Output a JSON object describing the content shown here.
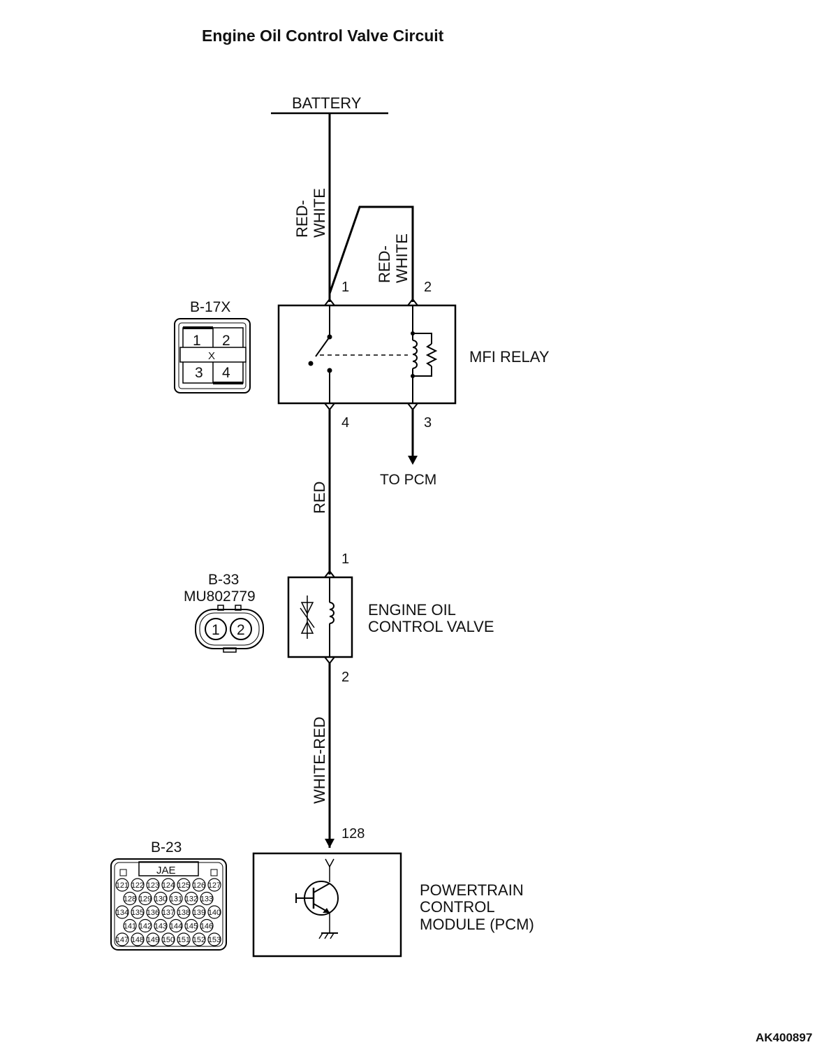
{
  "title": "Engine Oil Control Valve Circuit",
  "battery": "BATTERY",
  "wires": {
    "battery_to_relay_1": "RED-\nWHITE",
    "battery_to_relay_2": "RED-\nWHITE",
    "relay_to_valve": "RED",
    "valve_to_pcm": "WHITE-RED"
  },
  "relay": {
    "name": "MFI RELAY",
    "connector": "B-17X",
    "pins": [
      "1",
      "2",
      "4",
      "3"
    ],
    "connector_cells": [
      "1",
      "2",
      "3",
      "4"
    ],
    "to_pcm": "TO PCM"
  },
  "valve": {
    "name_line1": "ENGINE OIL",
    "name_line2": "CONTROL VALVE",
    "connector": "B-33",
    "part_number": "MU802779",
    "pins": [
      "1",
      "2"
    ],
    "connector_cells": [
      "1",
      "2"
    ]
  },
  "pcm": {
    "name_line1": "POWERTRAIN",
    "name_line2": "CONTROL",
    "name_line3": "MODULE (PCM)",
    "connector": "B-23",
    "connector_brand": "JAE",
    "pin": "128",
    "connector_rows": [
      [
        "121",
        "122",
        "123",
        "124",
        "125",
        "126",
        "127"
      ],
      [
        "128",
        "129",
        "130",
        "131",
        "132",
        "133"
      ],
      [
        "134",
        "135",
        "136",
        "137",
        "138",
        "139",
        "140"
      ],
      [
        "141",
        "142",
        "143",
        "144",
        "145",
        "146"
      ],
      [
        "147",
        "148",
        "149",
        "150",
        "151",
        "152",
        "153"
      ]
    ]
  },
  "figure_id": "AK400897"
}
